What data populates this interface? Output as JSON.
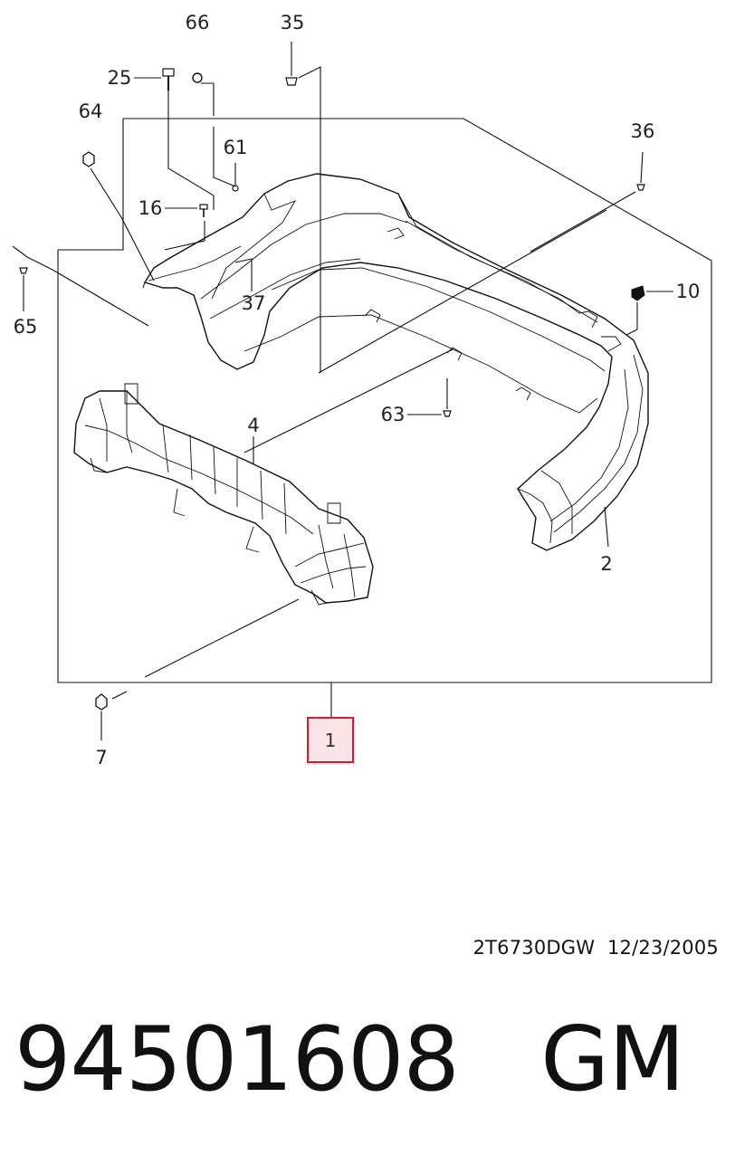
{
  "diagram": {
    "callouts": {
      "c66": "66",
      "c35": "35",
      "c25": "25",
      "c64": "64",
      "c61": "61",
      "c36": "36",
      "c16": "16",
      "c65": "65",
      "c37": "37",
      "c10": "10",
      "c4": "4",
      "c63": "63",
      "c2": "2",
      "c7": "7"
    },
    "highlighted_callout": "1"
  },
  "drawing_code": "2T6730DGW  12/23/2005",
  "part_number": "94501608   GM",
  "colors": {
    "highlight_border": "#d9182a",
    "highlight_fill": "#fbe4e6",
    "line": "#111111"
  }
}
